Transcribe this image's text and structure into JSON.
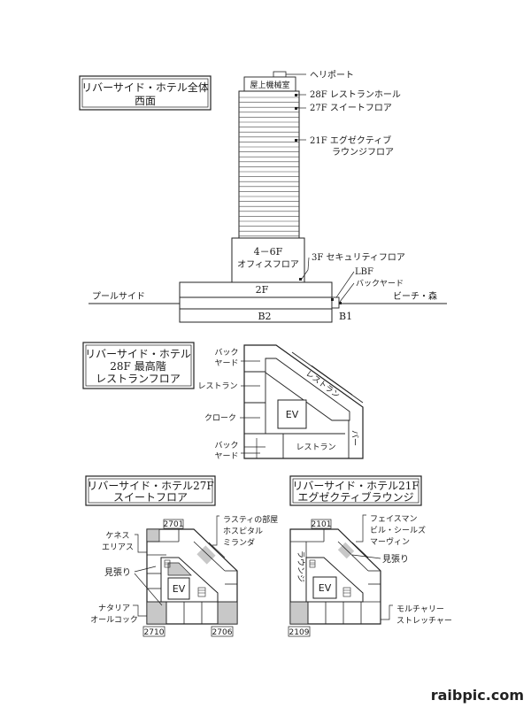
{
  "section1": {
    "title_line1": "リバーサイド・ホテル全体",
    "title_line2": "西面",
    "heliport": "ヘリポート",
    "machine_room": "屋上機械室",
    "f28": "28F レストランホール",
    "f27": "27F スイートフロア",
    "f21_line1": "21F エグゼクティブ",
    "f21_line2": "ラウンジフロア",
    "office_line1": "4－6F",
    "office_line2": "オフィスフロア",
    "f3": "3F セキュリティフロア",
    "lbf": "LBF",
    "backyard": "バックヤード",
    "floor_2f": "2F",
    "floor_b2": "B2",
    "floor_b1": "B1",
    "poolside": "プールサイド",
    "beach": "ビーチ・森"
  },
  "section2": {
    "title_line1": "リバーサイド・ホテル",
    "title_line2": "28F 最高階",
    "title_line3": "レストランフロア",
    "back_top_1": "バック",
    "back_top_2": "ヤード",
    "restaurant_left": "レストラン",
    "cloak": "クローク",
    "back_bottom_1": "バック",
    "back_bottom_2": "ヤード",
    "ev": "EV",
    "restaurant_diag": "レストラン",
    "restaurant_bottom": "レストラン",
    "bar": "バー"
  },
  "section3": {
    "title_line1": "リバーサイド・ホテル27F",
    "title_line2": "スイートフロア",
    "room_2701": "2701",
    "room_2710": "2710",
    "room_2706": "2706",
    "rusty_1": "ラスティの部屋",
    "rusty_2": "ホスピタル",
    "rusty_3": "ミランダ",
    "kenneth_1": "ケネス",
    "kenneth_2": "エリアス",
    "lookout": "見張り",
    "natalia_1": "ナタリア",
    "natalia_2": "オールコック",
    "ev": "EV"
  },
  "section4": {
    "title_line1": "リバーサイド・ホテル21F",
    "title_line2": "エグゼクティブラウンジ",
    "room_2101": "2101",
    "room_2109": "2109",
    "faceman_1": "フェイスマン",
    "faceman_2": "ビル・シールズ",
    "faceman_3": "マーヴィン",
    "lookout": "見張り",
    "lounge": "ラウンジ",
    "moltiary_1": "モルチャリー",
    "moltiary_2": "ストレッチャー",
    "ev": "EV"
  },
  "watermark": "raibpic.com"
}
